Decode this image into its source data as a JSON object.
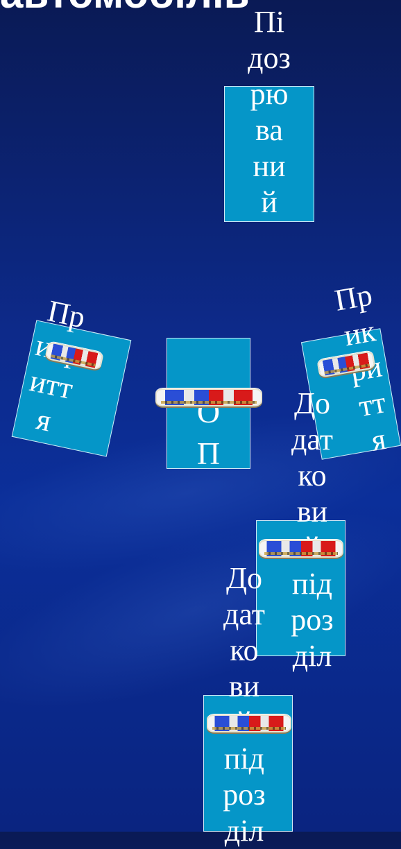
{
  "title": "автомобілів",
  "nodes": {
    "center": {
      "label": "О\nП"
    },
    "top": {
      "label": "Пі\nдоз\nрю\nва\nни\nй"
    },
    "left": {
      "label": "Пр\nикр\nитт\nя"
    },
    "right": {
      "label": "Пр\nик\nри\nтт\nя"
    },
    "middle_right": {
      "label": "До\nдат\nко\nви\nй\nпід\nроз\nділ"
    },
    "bottom": {
      "label": "До\nдат\nко\nви\nй\nпід\nроз\nділ"
    }
  },
  "colors": {
    "background_top": "#0a1a55",
    "background_bottom": "#0b2f9a",
    "box_fill": "#0596c8",
    "box_border": "#cfe8f5",
    "text": "#ffffff"
  },
  "icons": [
    "police-light-bar-icon"
  ]
}
